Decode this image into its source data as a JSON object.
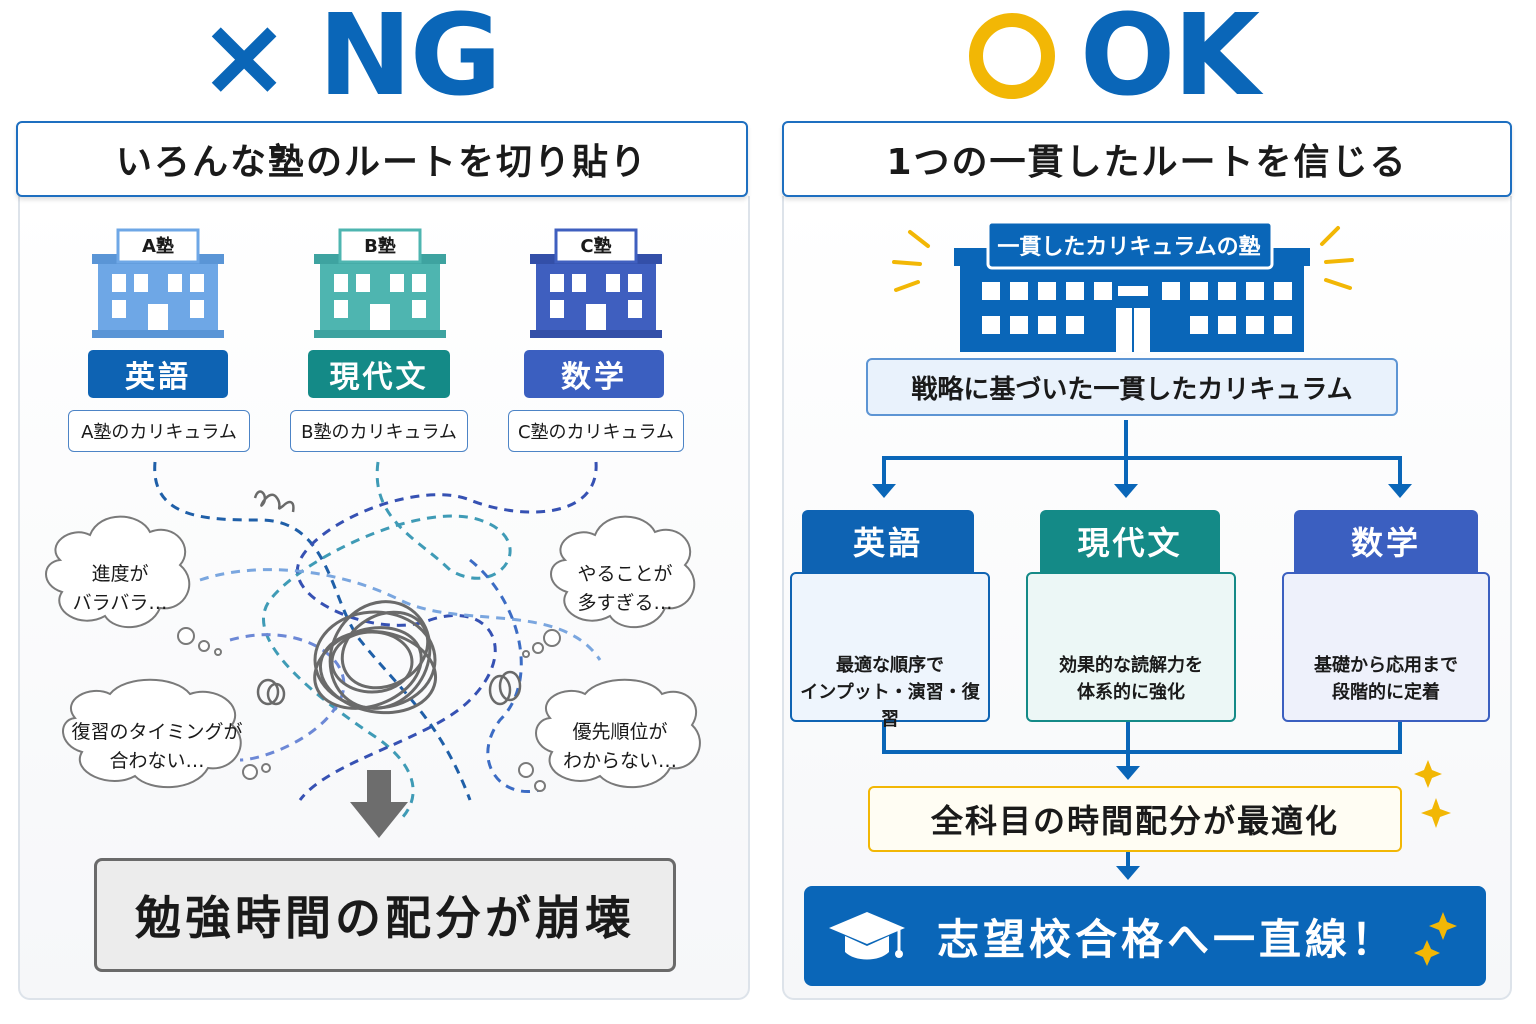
{
  "ng": {
    "mark": "×",
    "heading": "NG",
    "title": "いろんな塾のルートを切り貼り",
    "schools": [
      {
        "name": "A塾",
        "subject": "英語",
        "curriculum": "A塾のカリキュラム",
        "color": "#6ea7e6",
        "subject_color": "#0e63b3"
      },
      {
        "name": "B塾",
        "subject": "現代文",
        "curriculum": "B塾のカリキュラム",
        "color": "#4eb5b0",
        "subject_color": "#148a87"
      },
      {
        "name": "C塾",
        "subject": "数学",
        "curriculum": "C塾のカリキュラム",
        "color": "#3f5fbf",
        "subject_color": "#3b5fc0"
      }
    ],
    "worries": [
      {
        "line1": "進度が",
        "line2": "バラバラ…"
      },
      {
        "line1": "やることが",
        "line2": "多すぎる…"
      },
      {
        "line1": "復習のタイミングが",
        "line2": "合わない…"
      },
      {
        "line1": "優先順位が",
        "line2": "わからない…"
      }
    ],
    "result": "勉強時間の配分が崩壊"
  },
  "ok": {
    "mark": "○",
    "heading": "OK",
    "title": "1つの一貫したルートを信じる",
    "school_label": "一貫したカリキュラムの塾",
    "strategy": "戦略に基づいた一貫したカリキュラム",
    "subjects": [
      {
        "name": "英語",
        "line1": "最適な順序で",
        "line2": "インプット・演習・復習",
        "icon": "book-icon",
        "color": "#0e63b3"
      },
      {
        "name": "現代文",
        "line1": "効果的な読解力を",
        "line2": "体系的に強化",
        "icon": "book-icon",
        "color": "#148a87"
      },
      {
        "name": "数学",
        "line1": "基礎から応用まで",
        "line2": "段階的に定着",
        "icon": "triangle-ruler-icon",
        "color": "#3b5fc0"
      }
    ],
    "optimize": "全科目の時間配分が最適化",
    "goal": "志望校合格へ一直線！"
  },
  "colors": {
    "blue": "#0a66b8",
    "yellow": "#f2b705",
    "gray": "#6d6d6d"
  }
}
